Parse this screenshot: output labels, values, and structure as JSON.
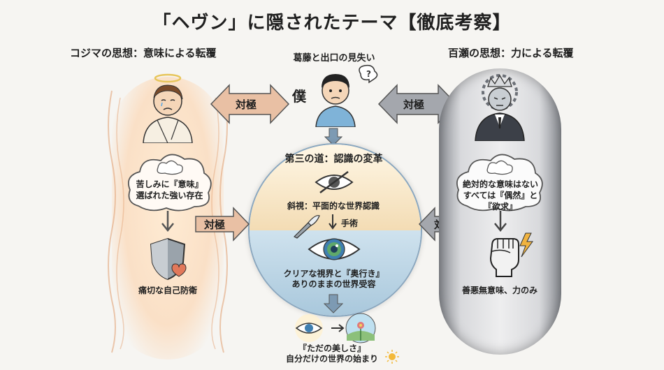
{
  "title": "「ヘヴン」に隠されたテーマ【徹底考察】",
  "left": {
    "heading": "コジマの思想：意味による転覆",
    "cloud": "苦しみに『意味』\n選ばれた強い存在",
    "bottom": "痛切な自己防衛"
  },
  "center": {
    "top_label": "葛藤と出口の見失い",
    "boku": "僕",
    "third_way": "第三の道：認識の変革",
    "strabismus": "斜視：平面的な世界認識",
    "surgery": "手術",
    "clear": "クリアな視界と『奥行き』\nありのままの世界受容",
    "final": "『ただの美しさ』\n自分だけの世界の始まり"
  },
  "right": {
    "heading": "百瀬の思想：力による転覆",
    "cloud": "絶対的な意味はない\nすべては『偶然』と『欲求』",
    "bottom": "善悪無意味、力のみ"
  },
  "arrows": {
    "top_left": "対極",
    "top_right": "対極",
    "mid_left": "対極",
    "mid_right": "対極"
  },
  "colors": {
    "left_arrow": "#e9c0a4",
    "right_arrow": "#a4a7ad",
    "down_arrow": "#7d9ab3",
    "circle_top": "#f3dcb4",
    "circle_bottom": "#a9c8dc"
  }
}
